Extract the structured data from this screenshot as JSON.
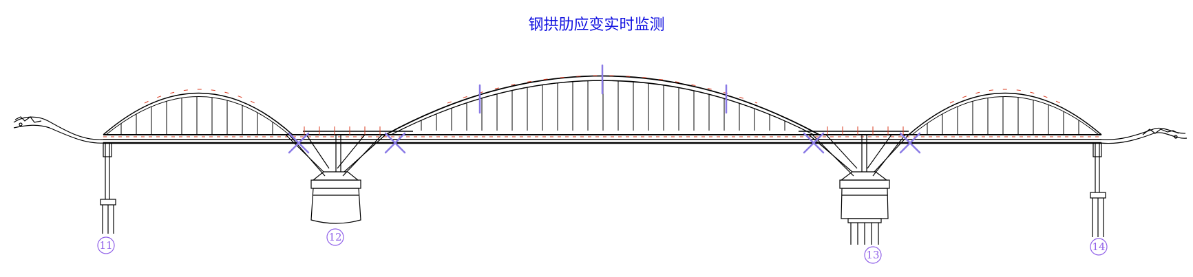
{
  "title": "钢拱肋应变实时监测",
  "piers": [
    {
      "id": "pier-11",
      "label": "11"
    },
    {
      "id": "pier-12",
      "label": "12"
    },
    {
      "id": "pier-13",
      "label": "13"
    },
    {
      "id": "pier-14",
      "label": "14"
    }
  ],
  "colors": {
    "title": "#1010e0",
    "structure": "#000000",
    "hangers_red": "#d9381e",
    "sensor_marker": "#8a7ae6",
    "pier_label": "#8f5fe8"
  }
}
